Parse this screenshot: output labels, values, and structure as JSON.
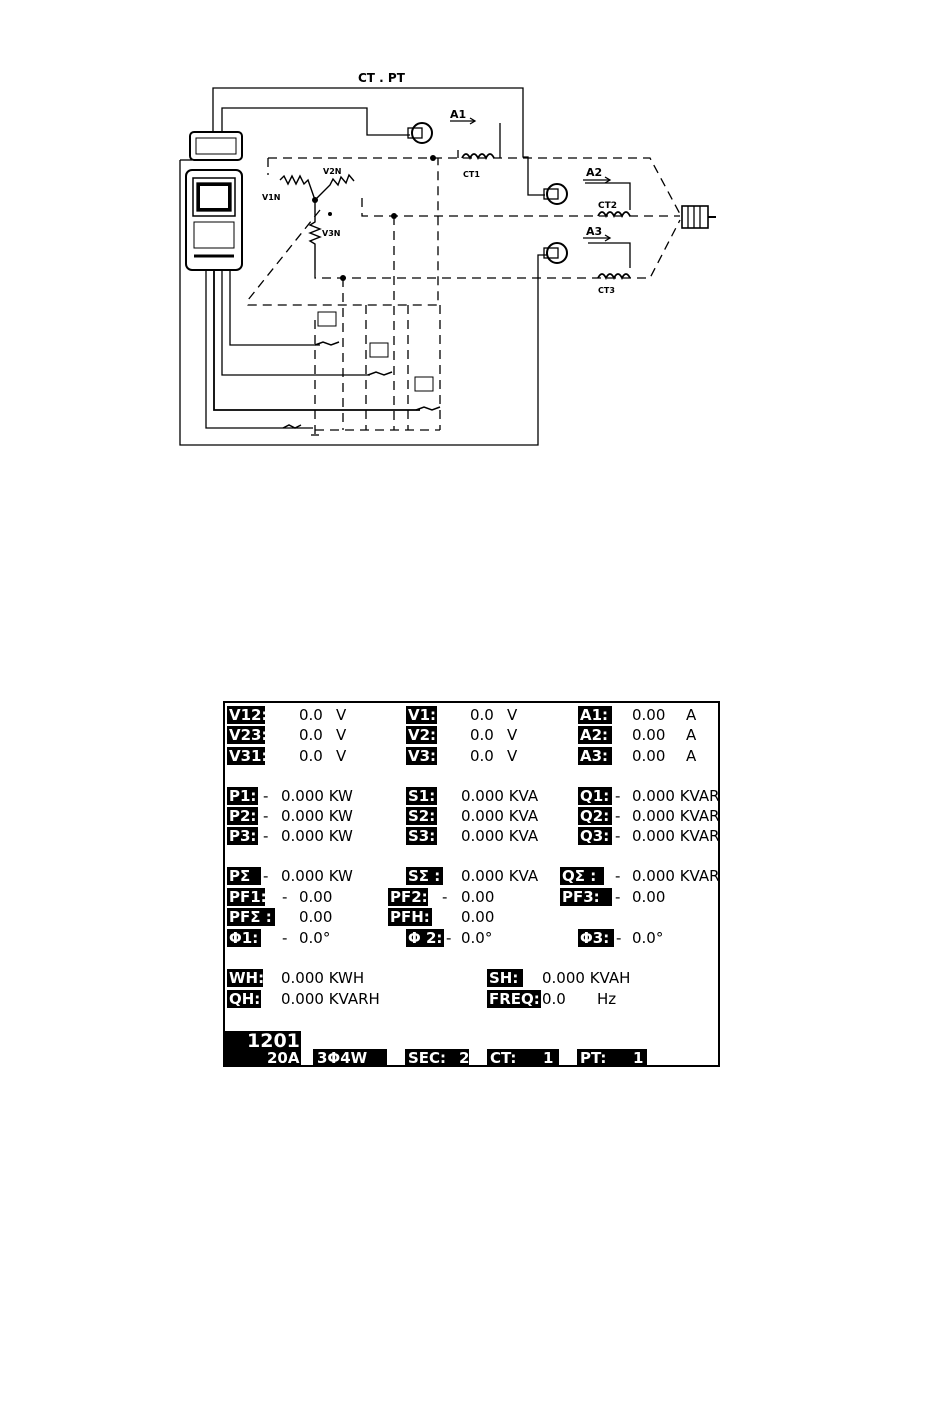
{
  "diagram": {
    "labels": {
      "top": "CT . PT",
      "a1": "A1",
      "a2": "A2",
      "a3": "A3",
      "ct1": "CT1",
      "ct2": "CT2",
      "ct3": "CT3",
      "v1n": "V1N",
      "v2n": "V2N",
      "v3n": "V3N"
    }
  },
  "lcd": {
    "voltage": [
      {
        "label": "V12:",
        "value": "0.0",
        "unit": "V"
      },
      {
        "label": "V23:",
        "value": "0.0",
        "unit": "V"
      },
      {
        "label": "V31:",
        "value": "0.0",
        "unit": "V"
      }
    ],
    "phase_voltage": [
      {
        "label": "V1:",
        "value": "0.0",
        "unit": "V"
      },
      {
        "label": "V2:",
        "value": "0.0",
        "unit": "V"
      },
      {
        "label": "V3:",
        "value": "0.0",
        "unit": "V"
      }
    ],
    "current": [
      {
        "label": "A1:",
        "value": "0.00",
        "unit": "A"
      },
      {
        "label": "A2:",
        "value": "0.00",
        "unit": "A"
      },
      {
        "label": "A3:",
        "value": "0.00",
        "unit": "A"
      }
    ],
    "active_power": [
      {
        "label": "P1:",
        "sign": "-",
        "value": "0.000 KW"
      },
      {
        "label": "P2:",
        "sign": "-",
        "value": "0.000 KW"
      },
      {
        "label": "P3:",
        "sign": "-",
        "value": "0.000 KW"
      }
    ],
    "apparent_power": [
      {
        "label": "S1:",
        "value": "0.000 KVA"
      },
      {
        "label": "S2:",
        "value": "0.000 KVA"
      },
      {
        "label": "S3:",
        "value": "0.000 KVA"
      }
    ],
    "reactive_power": [
      {
        "label": "Q1:",
        "sign": "-",
        "value": "0.000 KVAR"
      },
      {
        "label": "Q2:",
        "sign": "-",
        "value": "0.000 KVAR"
      },
      {
        "label": "Q3:",
        "sign": "-",
        "value": "0.000 KVAR"
      }
    ],
    "totals": {
      "p_label": "PΣ",
      "p_sign": "-",
      "p_value": "0.000 KW",
      "s_label": "SΣ :",
      "s_value": "0.000 KVA",
      "q_label": "QΣ :",
      "q_sign": "-",
      "q_value": "0.000 KVAR"
    },
    "power_factor": {
      "pf1_label": "PF1:",
      "pf1_sign": "-",
      "pf1_value": "0.00",
      "pf2_label": "PF2:",
      "pf2_sign": "-",
      "pf2_value": "0.00",
      "pf3_label": "PF3:",
      "pf3_sign": "-",
      "pf3_value": "0.00",
      "pfs_label": "PFΣ :",
      "pfs_value": "0.00",
      "pfh_label": "PFH:",
      "pfh_value": "0.00"
    },
    "phase_angle": {
      "phi1_label": "Φ1:",
      "phi1_sign": "-",
      "phi1_value": "0.0°",
      "phi2_label": "Φ 2:",
      "phi2_sign": "-",
      "phi2_value": "0.0°",
      "phi3_label": "Φ3:",
      "phi3_sign": "-",
      "phi3_value": "0.0°"
    },
    "energy": {
      "wh_label": "WH:",
      "wh_value": "0.000 KWH",
      "qh_label": "QH:",
      "qh_value": "0.000 KVARH",
      "sh_label": "SH:",
      "sh_value": "0.000 KVAH",
      "freq_label": "FREQ:",
      "freq_value": "0.0",
      "freq_unit": "Hz"
    },
    "status_bar": {
      "memory": "1201",
      "range": "20A",
      "wiring": "3Φ4W",
      "sec_label": "SEC:",
      "sec_value": "2",
      "ct_label": "CT:",
      "ct_value": "1",
      "pt_label": "PT:",
      "pt_value": "1"
    }
  }
}
